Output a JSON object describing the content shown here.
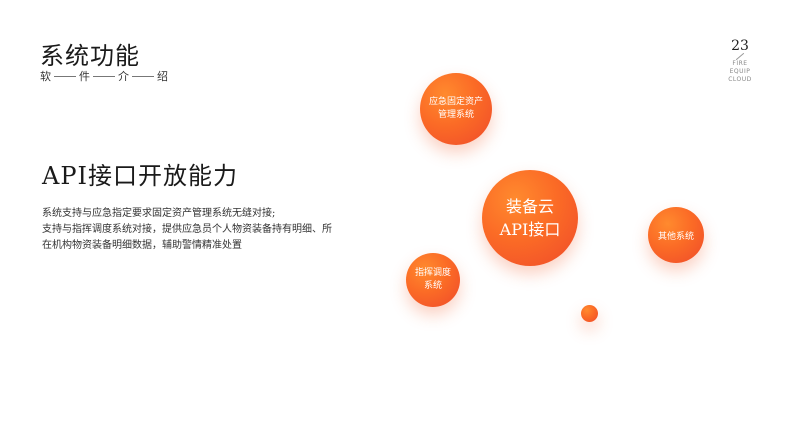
{
  "header": {
    "title": "系统功能",
    "subtitle_chars": [
      "软",
      "件",
      "介",
      "绍"
    ]
  },
  "page": {
    "number": "23",
    "brand_lines": [
      "FIRE",
      "EQUIP",
      "CLOUD"
    ]
  },
  "content": {
    "heading": "API接口开放能力",
    "lines": [
      "系统支持与应急指定要求固定资产管理系统无缝对接;",
      "支持与指挥调度系统对接，提供应急员个人物资装备持有明细、所",
      "在机构物资装备明细数据，辅助警情精准处置"
    ]
  },
  "bubbles": {
    "assets": [
      "应急固定资产",
      "管理系统"
    ],
    "main": [
      "装备云",
      "API接口"
    ],
    "other": "其他系统",
    "command": [
      "指挥调度",
      "系统"
    ]
  },
  "colors": {
    "accent_light": "#ff8a2e",
    "accent": "#fb6b26",
    "accent_dark": "#ef4a2a"
  }
}
